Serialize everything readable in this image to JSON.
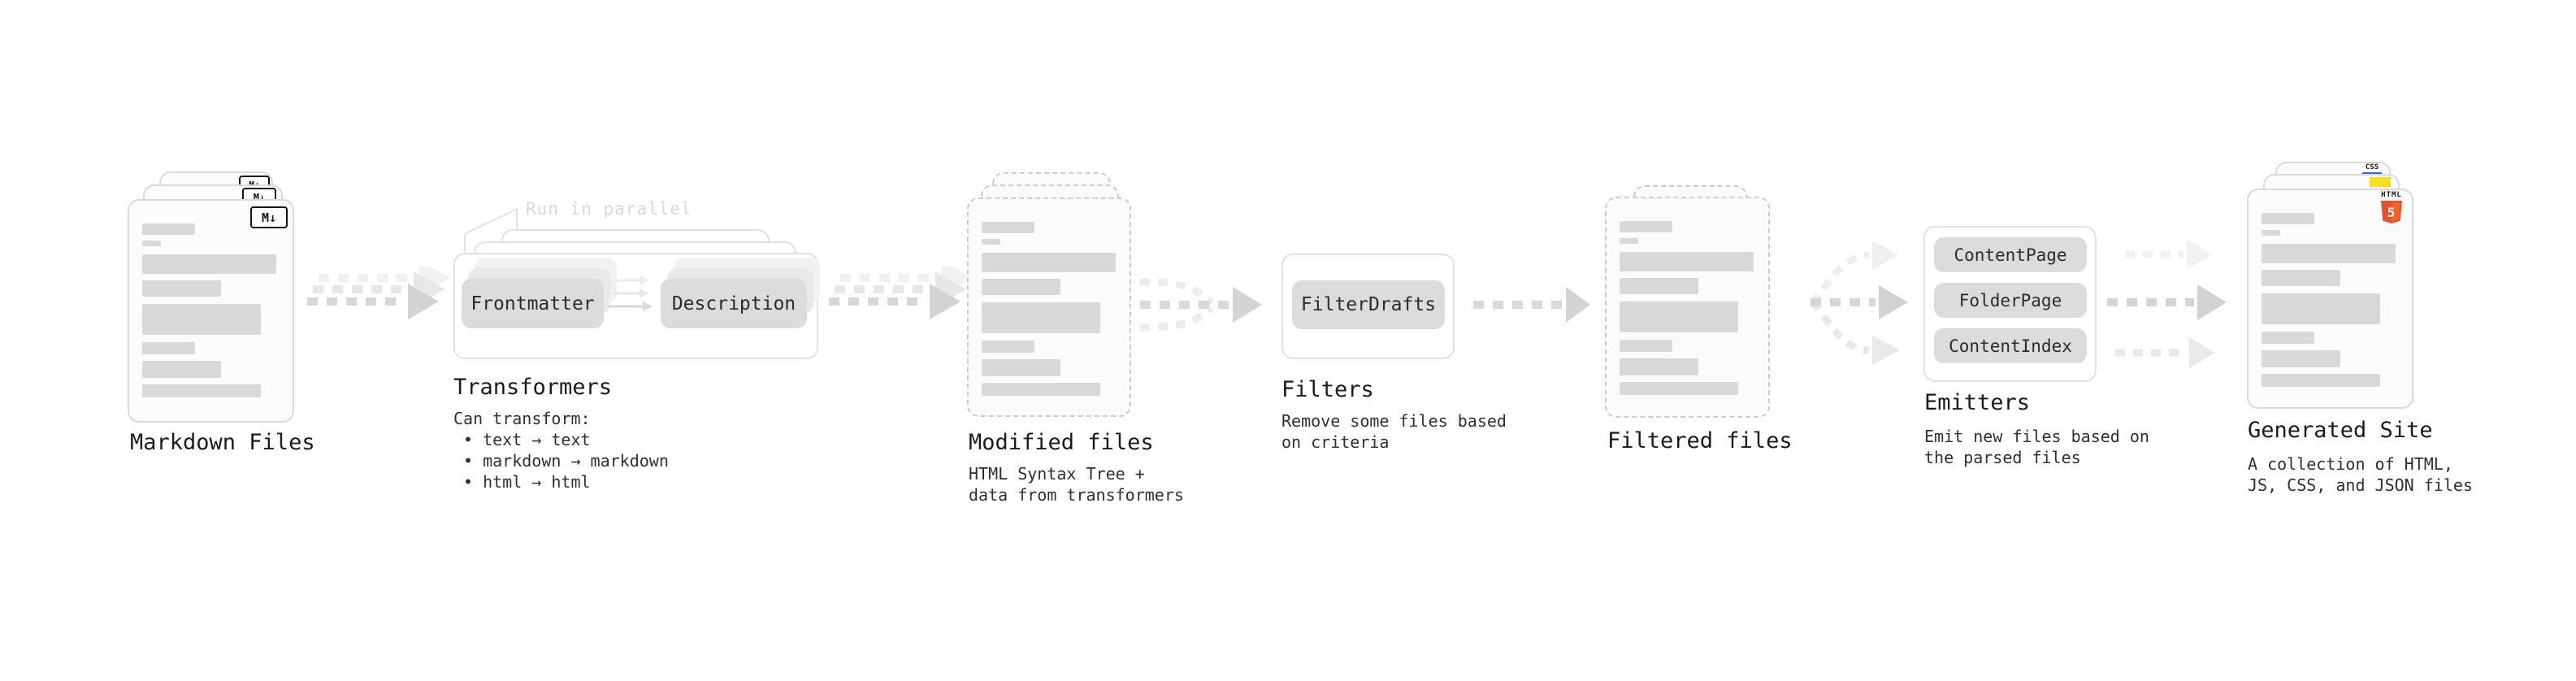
{
  "colors": {
    "bar": "#d9d9d9",
    "chip": "#dcdcdc",
    "panel_border": "#e1e1e1",
    "doc_border": "#dadada",
    "arrow": "#d6d6d6",
    "js_yellow": "#f7df1e",
    "css_blue": "#2965f1",
    "html_orange": "#e6502c",
    "title_text": "#1b1b1b",
    "note_text": "#d8d8d8"
  },
  "doc_bars": [
    [
      65,
      14,
      0
    ],
    [
      23,
      7,
      7
    ],
    [
      165,
      24,
      10
    ],
    [
      97,
      20,
      8
    ],
    [
      146,
      38,
      9
    ],
    [
      65,
      15,
      9
    ],
    [
      97,
      21,
      8
    ],
    [
      146,
      16,
      8
    ]
  ],
  "stages": {
    "markdown": {
      "title": "Markdown Files",
      "badge": "M↓"
    },
    "transformers": {
      "title": "Transformers",
      "note": "Run in parallel",
      "boxes": [
        "Frontmatter",
        "Description"
      ],
      "sub_heading": "Can transform:",
      "bullets": [
        "• text → text",
        "• markdown → markdown",
        "• html → html"
      ]
    },
    "modified": {
      "title": "Modified files",
      "sub": [
        "HTML Syntax Tree +",
        "data from transformers"
      ]
    },
    "filters": {
      "title": "Filters",
      "boxes": [
        "FilterDrafts"
      ],
      "sub": [
        "Remove some files based",
        "on criteria"
      ]
    },
    "filtered": {
      "title": "Filtered files"
    },
    "emitters": {
      "title": "Emitters",
      "boxes": [
        "ContentPage",
        "FolderPage",
        "ContentIndex"
      ],
      "sub": [
        "Emit new files based on",
        "the parsed files"
      ]
    },
    "generated": {
      "title": "Generated Site",
      "sub": [
        "A collection of HTML,",
        "JS, CSS, and JSON files"
      ],
      "badge_css": "CSS",
      "badge_html": "HTML",
      "badge_html5_number": "5"
    }
  }
}
